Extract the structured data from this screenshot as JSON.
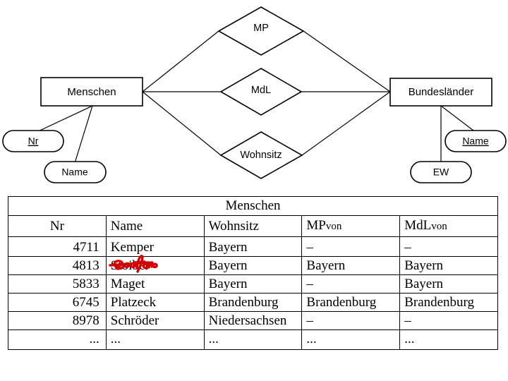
{
  "diagram": {
    "type": "entity-relationship-diagram",
    "entities": [
      {
        "id": "menschen",
        "label": "Menschen"
      },
      {
        "id": "bundeslaender",
        "label": "Bundesländer"
      }
    ],
    "relationships": [
      {
        "id": "mp",
        "label": "MP"
      },
      {
        "id": "mdl",
        "label": "MdL"
      },
      {
        "id": "wohnsitz",
        "label": "Wohnsitz"
      }
    ],
    "attributes": [
      {
        "id": "menschen-nr",
        "label": "Nr",
        "owner": "Menschen",
        "key": true
      },
      {
        "id": "menschen-name",
        "label": "Name",
        "owner": "Menschen",
        "key": false
      },
      {
        "id": "bl-name",
        "label": "Name",
        "owner": "Bundesländer",
        "key": true
      },
      {
        "id": "bl-ew",
        "label": "EW",
        "owner": "Bundesländer",
        "key": false
      }
    ]
  },
  "table": {
    "title": "Menschen",
    "columns": [
      {
        "key": "nr",
        "label": "Nr"
      },
      {
        "key": "name",
        "label": "Name"
      },
      {
        "key": "wohnsitz",
        "label": "Wohnsitz"
      },
      {
        "key": "mpvon",
        "label_main": "MP",
        "label_sub": "von"
      },
      {
        "key": "mdlvon",
        "label_main": "MdL",
        "label_sub": "von"
      }
    ],
    "rows": [
      {
        "nr": "4711",
        "name": "Kemper",
        "wohnsitz": "Bayern",
        "mpvon": "–",
        "mdlvon": "–"
      },
      {
        "nr": "4813",
        "name": "Stoiber",
        "wohnsitz": "Bayern",
        "mpvon": "Bayern",
        "mdlvon": "Bayern",
        "annotation": "Seehofer",
        "annotation_color": "#d40000"
      },
      {
        "nr": "5833",
        "name": "Maget",
        "wohnsitz": "Bayern",
        "mpvon": "–",
        "mdlvon": "Bayern"
      },
      {
        "nr": "6745",
        "name": "Platzeck",
        "wohnsitz": "Brandenburg",
        "mpvon": "Brandenburg",
        "mdlvon": "Brandenburg"
      },
      {
        "nr": "8978",
        "name": "Schröder",
        "wohnsitz": "Niedersachsen",
        "mpvon": "–",
        "mdlvon": "–"
      },
      {
        "nr": "...",
        "name": "...",
        "wohnsitz": "...",
        "mpvon": "...",
        "mdlvon": "..."
      }
    ]
  },
  "colors": {
    "stroke": "#000000",
    "background": "#ffffff",
    "annotation": "#d40000"
  }
}
